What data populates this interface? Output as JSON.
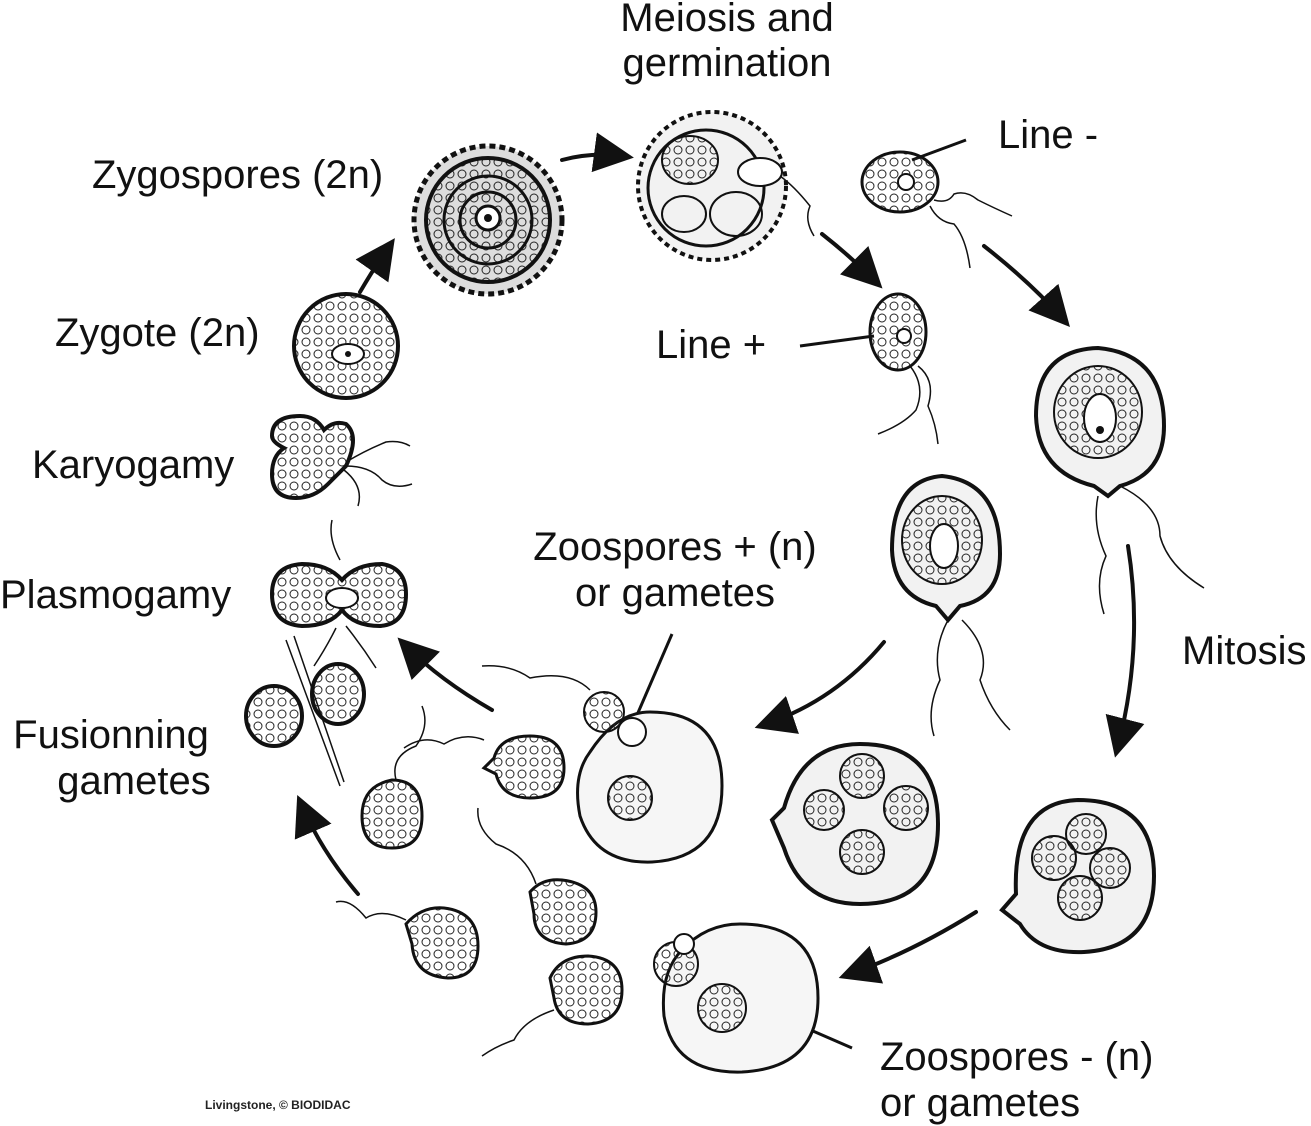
{
  "labels": {
    "meiosis_line1": "Meiosis and",
    "meiosis_line2": "germination",
    "zygospores": "Zygospores (2n)",
    "line_minus": "Line -",
    "zygote": "Zygote (2n)",
    "line_plus": "Line +",
    "karyogamy": "Karyogamy",
    "zoospores_plus_line1": "Zoospores + (n)",
    "zoospores_plus_line2": "or gametes",
    "plasmogamy": "Plasmogamy",
    "mitosis": "Mitosis",
    "fusion_line1": "Fusionning",
    "fusion_line2": "gametes",
    "zoospores_minus_line1": "Zoospores - (n)",
    "zoospores_minus_line2": "or gametes"
  },
  "credit": "Livingstone, © BIODIDAC",
  "colors": {
    "ink": "#111111",
    "cell_fill": "#f2f2f2",
    "background": "#ffffff"
  }
}
